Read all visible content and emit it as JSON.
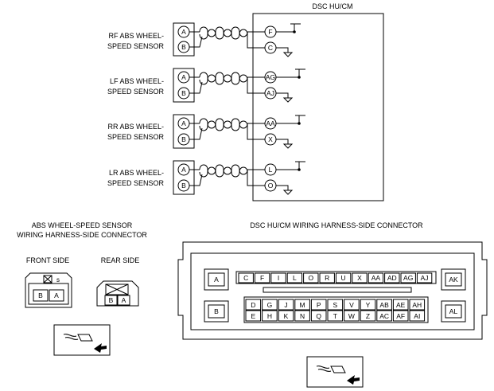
{
  "module": {
    "title": "DSC HU/CM"
  },
  "sensors": [
    {
      "name_line1": "RF ABS WHEEL-",
      "name_line2": "SPEED SENSOR",
      "pins": [
        "A",
        "B"
      ],
      "module_pins": [
        "F",
        "C"
      ]
    },
    {
      "name_line1": "LF ABS WHEEL-",
      "name_line2": "SPEED SENSOR",
      "pins": [
        "A",
        "B"
      ],
      "module_pins": [
        "AG",
        "AJ"
      ]
    },
    {
      "name_line1": "RR ABS WHEEL-",
      "name_line2": "SPEED SENSOR",
      "pins": [
        "A",
        "B"
      ],
      "module_pins": [
        "AA",
        "X"
      ]
    },
    {
      "name_line1": "LR ABS WHEEL-",
      "name_line2": "SPEED SENSOR",
      "pins": [
        "A",
        "B"
      ],
      "module_pins": [
        "L",
        "O"
      ]
    }
  ],
  "sensor_connector": {
    "title_line1": "ABS WHEEL-SPEED SENSOR",
    "title_line2": "WIRING HARNESS-SIDE CONNECTOR",
    "front_label": "FRONT SIDE",
    "rear_label": "REAR SIDE",
    "front_pins": [
      "B",
      "A"
    ],
    "rear_pins": [
      "B",
      "A"
    ]
  },
  "module_connector": {
    "title": "DSC HU/CM WIRING HARNESS-SIDE CONNECTOR",
    "corner_labels": [
      "A",
      "B",
      "AK",
      "AL"
    ],
    "row1": [
      "C",
      "F",
      "I",
      "L",
      "O",
      "R",
      "U",
      "X",
      "AA",
      "AD",
      "AG",
      "AJ"
    ],
    "row2": [
      "D",
      "G",
      "J",
      "M",
      "P",
      "S",
      "V",
      "Y",
      "AB",
      "AE",
      "AH"
    ],
    "row3": [
      "E",
      "H",
      "K",
      "N",
      "Q",
      "T",
      "W",
      "Z",
      "AC",
      "AF",
      "AI"
    ]
  }
}
